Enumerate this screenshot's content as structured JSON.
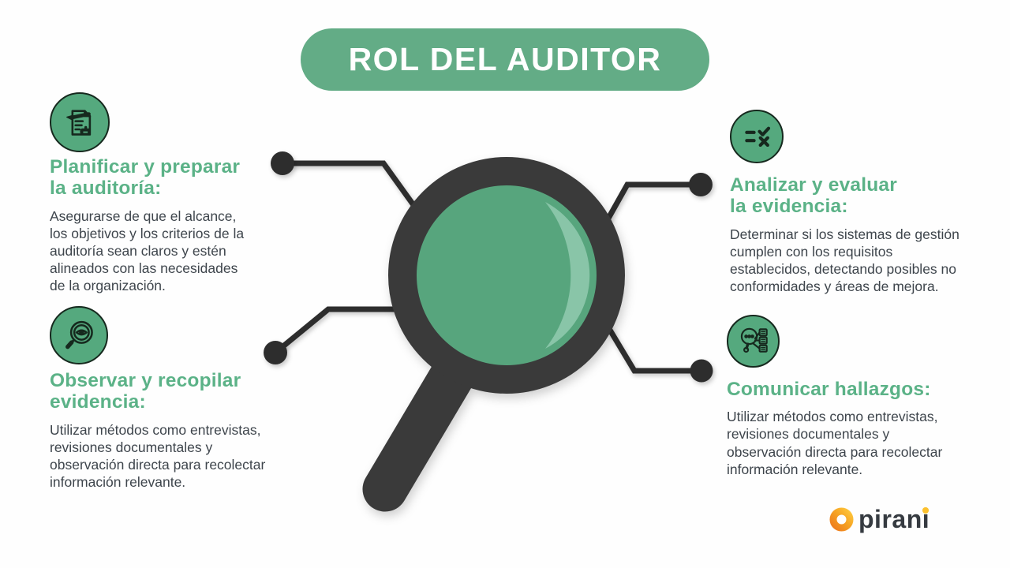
{
  "title": {
    "label": "ROL DEL AUDITOR"
  },
  "sections": [
    {
      "id": "plan",
      "icon": "document-pencil-hand-icon",
      "heading": "Planificar y preparar\nla auditoría:",
      "body": "Asegurarse de que el alcance, los objetivos y los criterios de la auditoría sean claros y estén alineados con las necesidades de la organización."
    },
    {
      "id": "analyze",
      "icon": "checklist-check-x-icon",
      "heading": "Analizar y evaluar\nla evidencia:",
      "body": "Determinar si los sistemas de gestión cumplen con los requisitos establecidos, detectando posibles no conformidades y áreas de mejora."
    },
    {
      "id": "observe",
      "icon": "magnifier-eye-icon",
      "heading": "Observar y recopilar\nevidencia:",
      "body": "Utilizar métodos como entrevistas, revisiones documentales y observación directa para recolectar información relevante."
    },
    {
      "id": "communicate",
      "icon": "magnifier-findings-icon",
      "heading": "Comunicar hallazgos:",
      "body": "Utilizar métodos como entrevistas, revisiones documentales y observación directa para recolectar información relevante."
    }
  ],
  "illustration": {
    "name": "magnifying-glass-with-connectors"
  },
  "logo": {
    "brand": "pirani",
    "part1": "piran",
    "part2": "i"
  },
  "colors": {
    "pill_green": "#63ac86",
    "heading_green": "#5bb287",
    "icon_green": "#55a97e",
    "lens_green": "#57a57d",
    "lens_highlight": "#8fc9ad",
    "magnifier_dark": "#3a3a3a",
    "connector_dark": "#2d2d2d",
    "body_text": "#3e454c",
    "logo_orange": "#f08c1e",
    "logo_yellow": "#fdc43a",
    "logo_text": "#363b41",
    "background": "#fefefe"
  }
}
